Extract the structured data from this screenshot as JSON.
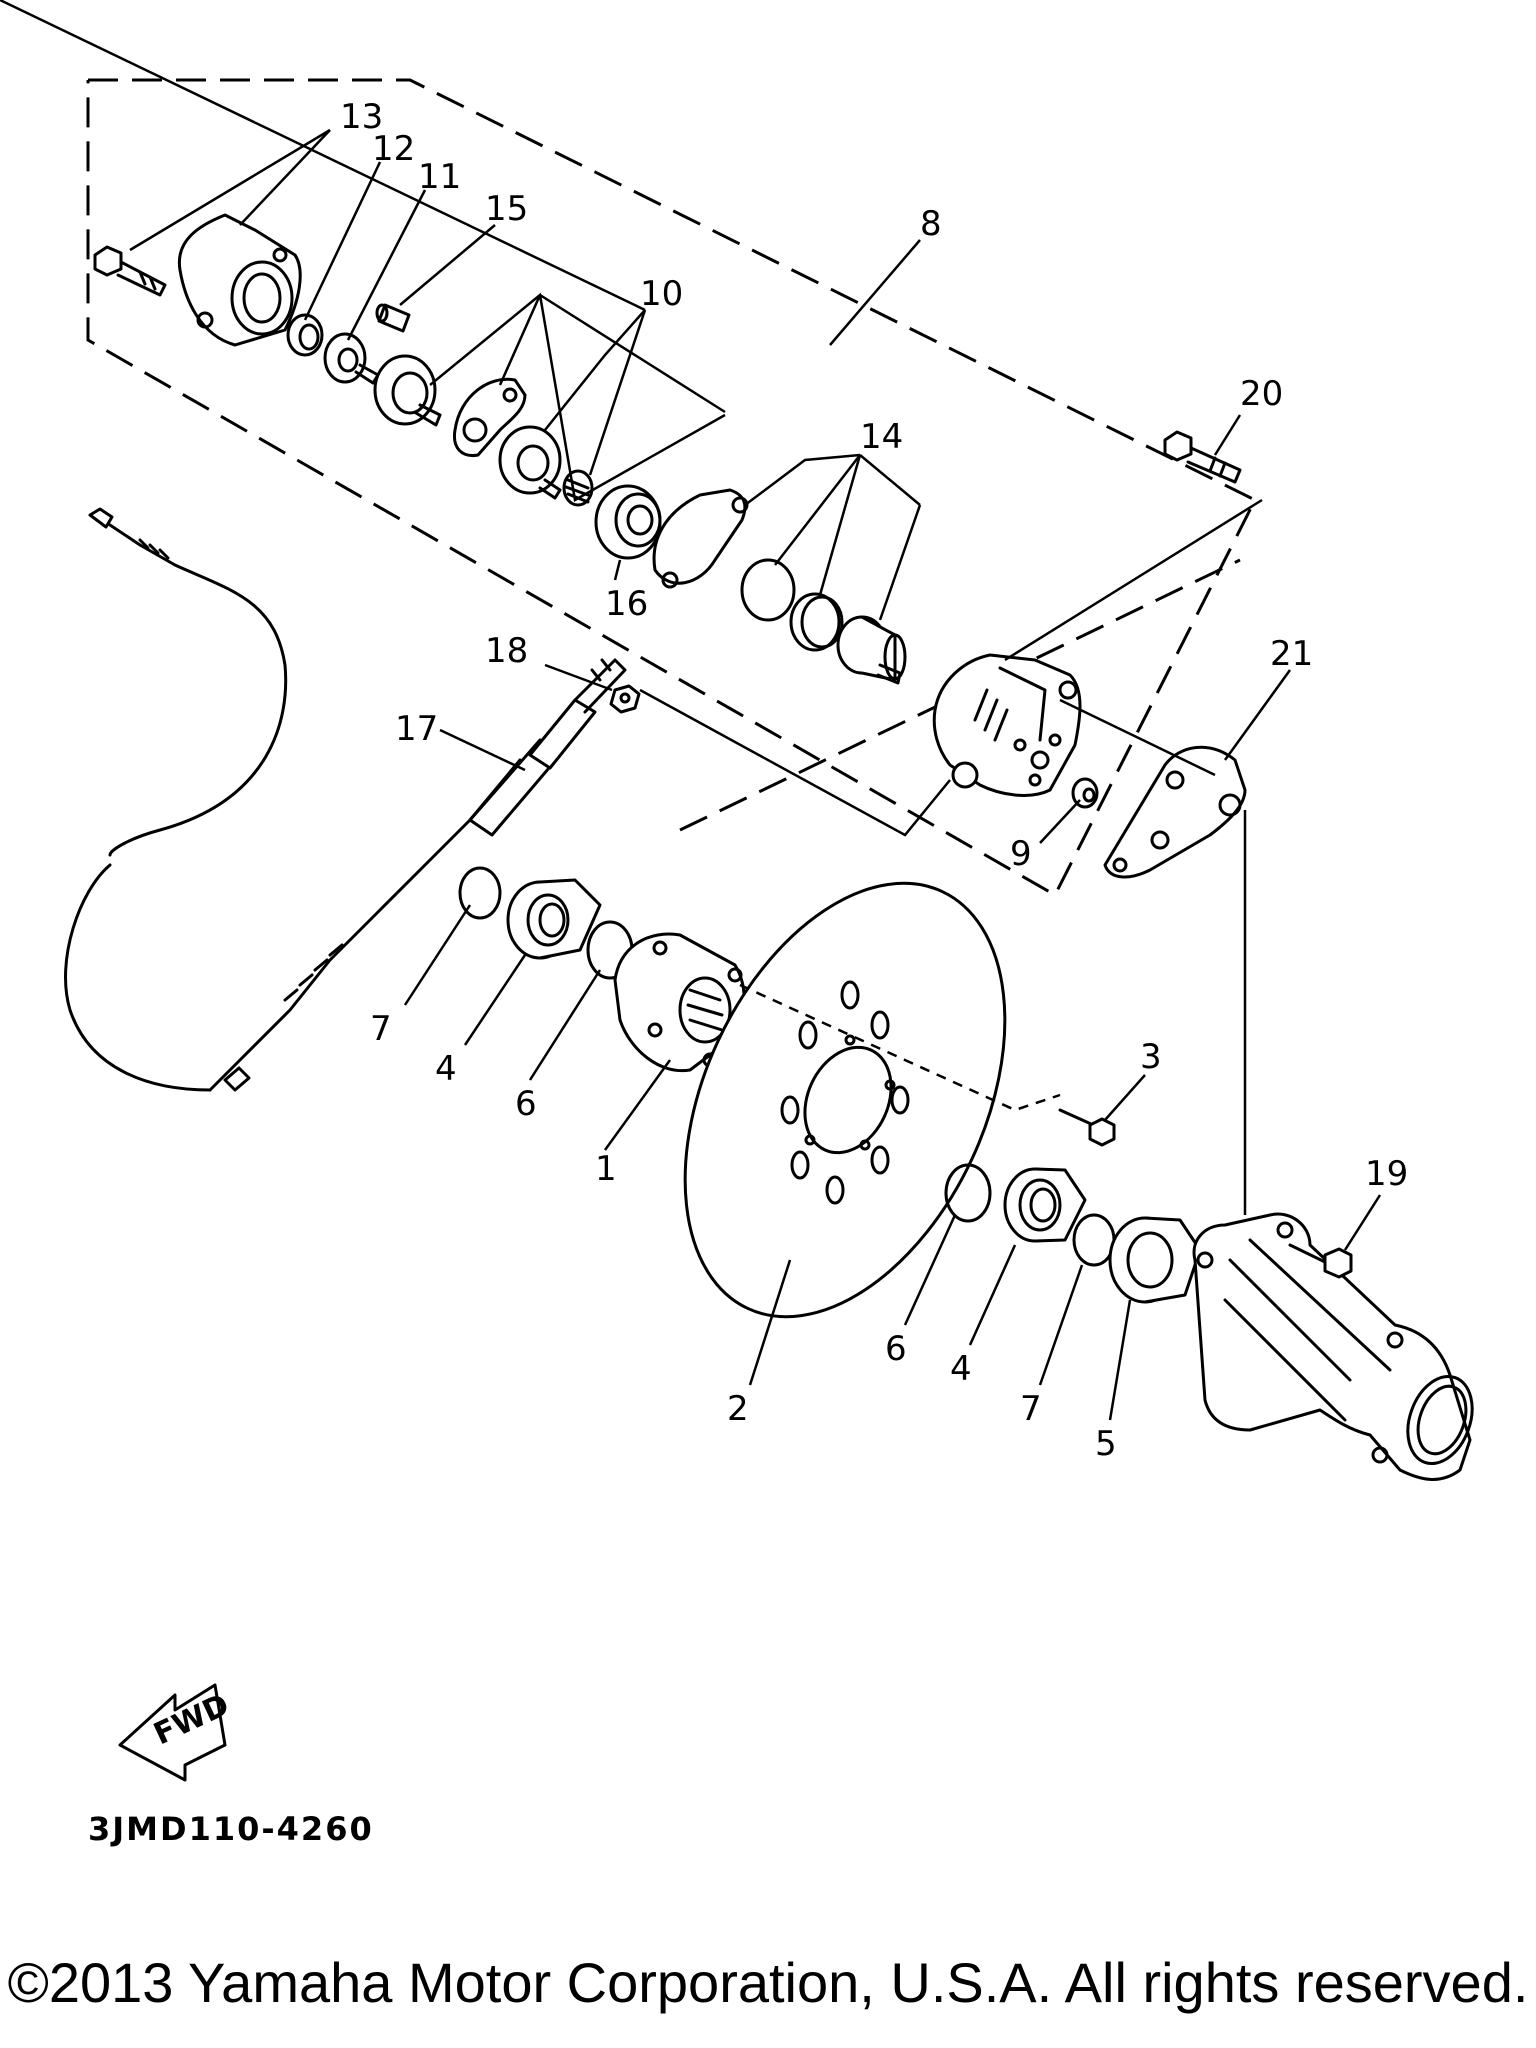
{
  "diagram": {
    "callouts": [
      "1",
      "2",
      "3",
      "4",
      "5",
      "6",
      "7",
      "8",
      "9",
      "10",
      "11",
      "12",
      "13",
      "14",
      "15",
      "16",
      "17",
      "18",
      "19",
      "20",
      "21"
    ],
    "callouts_repeat": [
      "4",
      "6",
      "7"
    ],
    "drawing_code": "3JMD110-4260",
    "fwd_badge": "FWD"
  },
  "footer": {
    "copyright": "©2013 Yamaha Motor Corporation, U.S.A. All rights reserved."
  }
}
